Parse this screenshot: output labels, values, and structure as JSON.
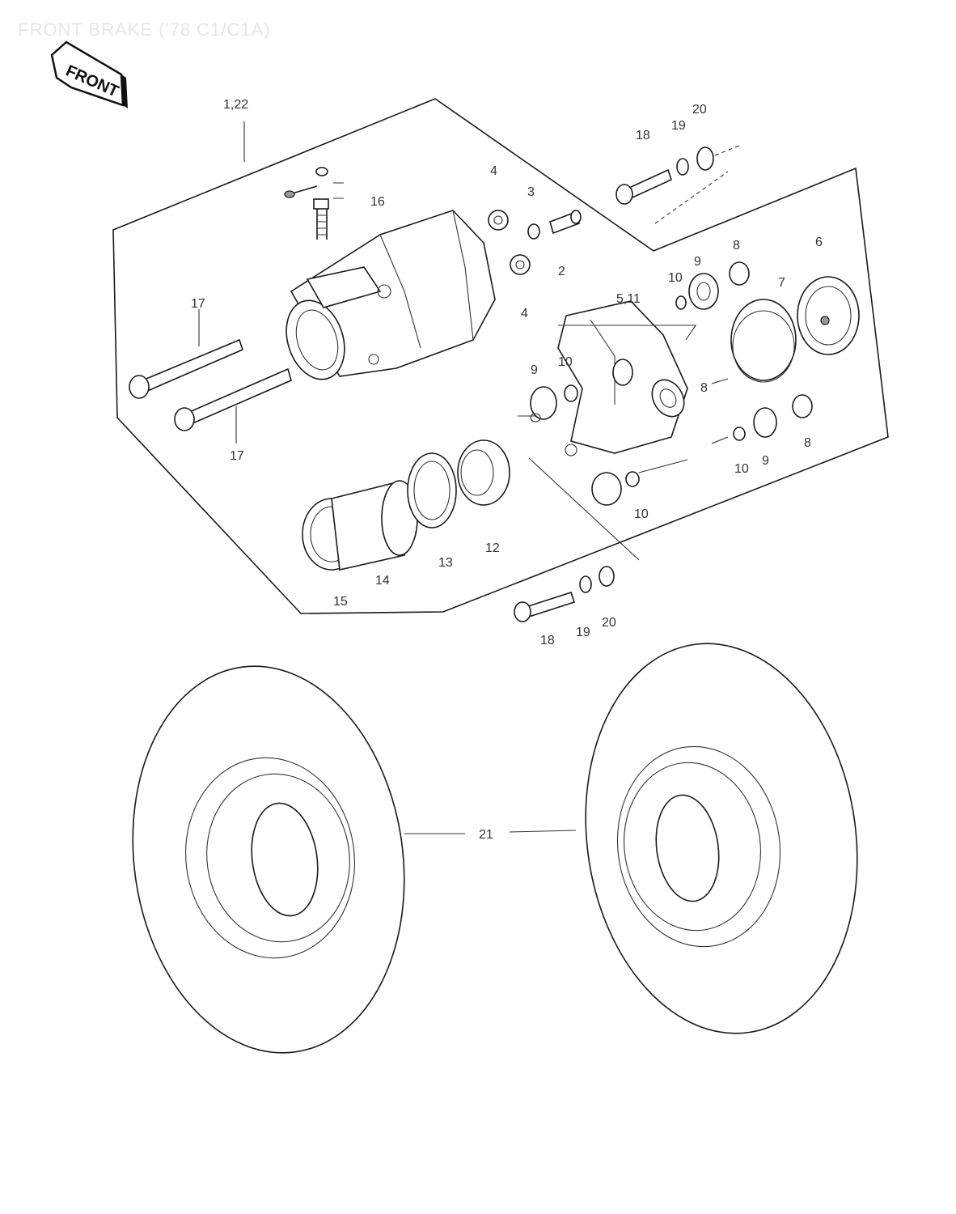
{
  "page": {
    "title": "FRONT BRAKE ('78 C1/C1A)"
  },
  "badge": {
    "label": "FRONT"
  },
  "callouts": {
    "assy": "1,22",
    "screw_top": "18",
    "washer_19_top": "19",
    "washer_20_top": "20",
    "cap_top": "4",
    "washer_3": "3",
    "bolt_2": "2",
    "cap_bottom": "4",
    "bleeder": "16",
    "bolt_17_top": "17",
    "bolt_17_bottom": "17",
    "bracket": "5,11",
    "pin_10_top": "10",
    "bushing_9_left": "9",
    "seal_10_right": "10",
    "bushing_9_right": "9",
    "boot_8_top": "8",
    "pad_6": "6",
    "pad_7": "7",
    "shim_8": "8",
    "boot_8_bottom": "8",
    "bushing_9_bottom": "9",
    "seal_10_bottom": "10",
    "pin_10_lower": "10",
    "piston_15": "15",
    "seal_14": "14",
    "seal_13": "13",
    "dust_12": "12",
    "screw_bottom": "18",
    "washer_19_bottom": "19",
    "washer_20_bottom": "20",
    "disc": "21"
  }
}
